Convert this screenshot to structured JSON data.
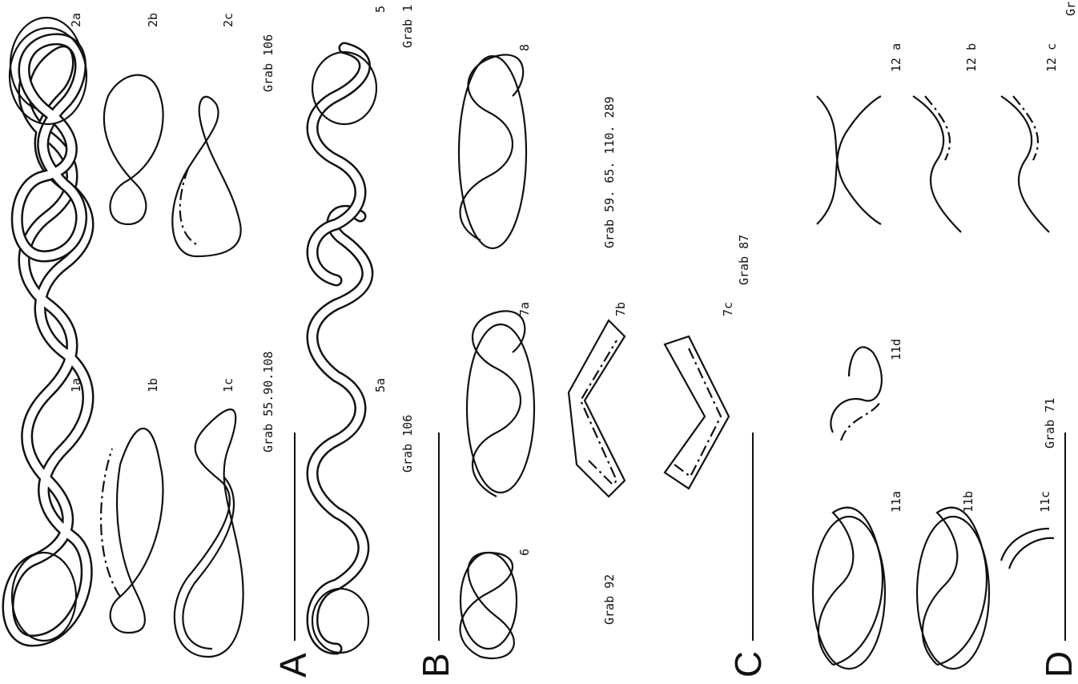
{
  "sections": [
    "A",
    "B",
    "C",
    "D"
  ],
  "figures": {
    "f1a": "1a",
    "f1b": "1b",
    "f1c": "1c",
    "f2a": "2a",
    "f2b": "2b",
    "f2c": "2c",
    "f5": "5",
    "f5a": "5a",
    "f6": "6",
    "f7a": "7a",
    "f7b": "7b",
    "f7c": "7c",
    "f8": "8",
    "f11a": "11a",
    "f11b": "11b",
    "f11c": "11c",
    "f11d": "11d",
    "f12a": "12 a",
    "f12b": "12 b",
    "f12c": "12 c"
  },
  "graves": {
    "g1": "Grab 55.90.108",
    "g2": "Grab 106",
    "g3": "Grab 1",
    "g4": "Grab 106",
    "g5": "Grab 59. 65. 110. 289",
    "g6": "Grab 92",
    "g7": "Grab 87",
    "g8": "Grab 71",
    "g9": "Gr"
  }
}
